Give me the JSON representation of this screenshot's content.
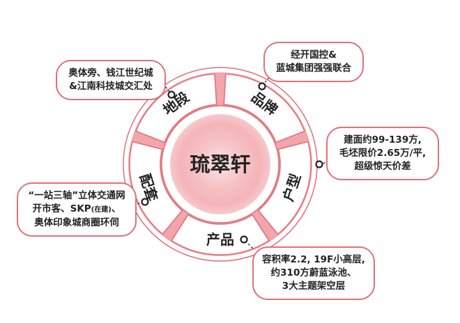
{
  "center": {
    "title": "琉翠轩"
  },
  "segments": [
    {
      "label": "地段"
    },
    {
      "label": "品牌"
    },
    {
      "label": "户型"
    },
    {
      "label": "产品"
    },
    {
      "label": "配套"
    }
  ],
  "callouts": {
    "location": {
      "lines": [
        "奥体旁、钱江世纪城",
        "&江南科技城交汇处"
      ]
    },
    "brand": {
      "lines": [
        "经开国控&",
        "蓝城集团强强联合"
      ]
    },
    "layout": {
      "lines": [
        "建面约99-139方,",
        "毛坯限价2.65万/平,",
        "超级惊天价差"
      ]
    },
    "product": {
      "lines": [
        "容积率2.2, 19F小高层,",
        "约310方蔚蓝泳池、",
        "3大主题架空层"
      ]
    },
    "amenities": {
      "line1": "“一站三轴”立体交通网",
      "line2_pre": "开市客、SKP",
      "line2_note": "(在建)",
      "line2_post": "、",
      "line3": "奥体印象城商圈环伺"
    }
  },
  "colors": {
    "accent": "#e1707a",
    "ring_fill": "#ffffff",
    "gap_fill": "#f2a5ab",
    "center_glow": "#f7c9cc",
    "text": "#222222"
  }
}
